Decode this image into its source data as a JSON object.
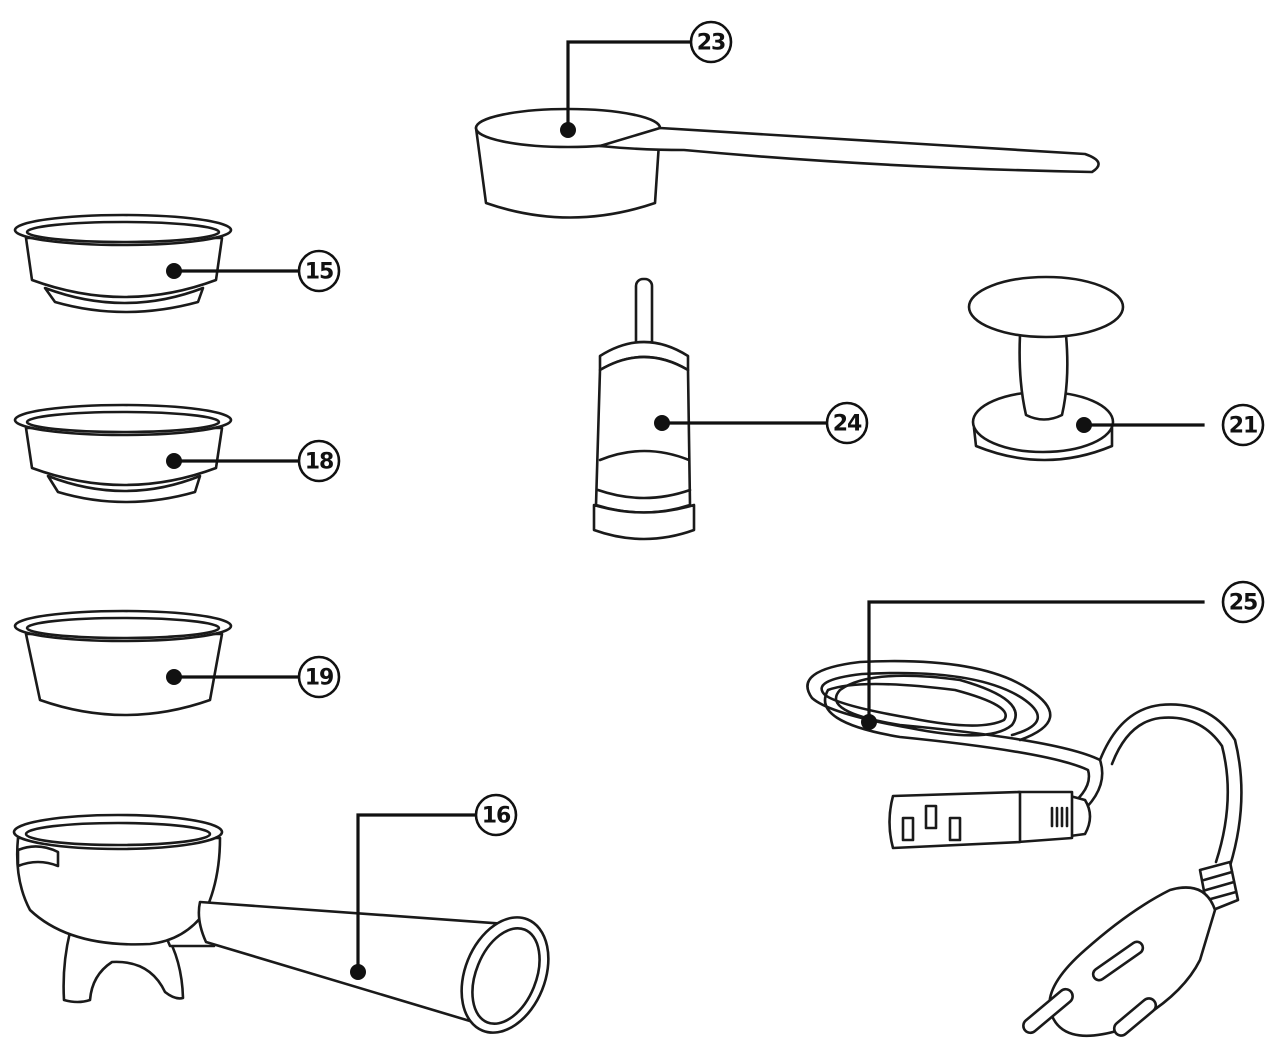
{
  "callouts": {
    "c15": "15",
    "c16": "16",
    "c18": "18",
    "c19": "19",
    "c21": "21",
    "c23": "23",
    "c24": "24",
    "c25": "25"
  }
}
